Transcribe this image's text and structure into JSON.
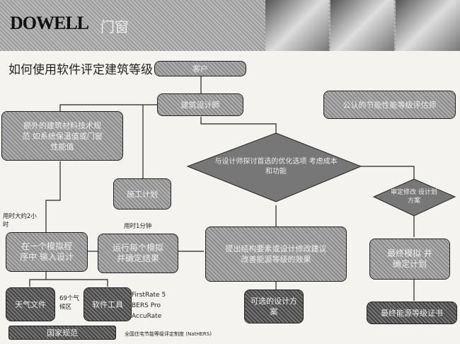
{
  "header": {
    "brand": "DOWELL",
    "brand_suffix": "门窗"
  },
  "title": "如何使用软件评定建筑等级",
  "nodes": {
    "client": "客户",
    "architect": "建筑设计師",
    "extra_specs": "额外的建筑材料技术规范 如系统保温值或门窗性能值",
    "construction_plan": "施工计划",
    "discuss": "与设计师探讨首选的优化选项 考虑成本和功能",
    "assessor": "公认的节能性能等级评估师",
    "review": "审定修改 设计划方案",
    "input_design": "在一个模拟程序中 输入设计",
    "run_sim": "运行每个模拟 并确定结果",
    "propose": "提出结构要素或设计修改建议 改善能源等级的效果",
    "final_sim": "最终模拟 并确定计划",
    "weather": "天气文件",
    "software": "软件工具",
    "national": "国家规范",
    "options": "可选的设计方案",
    "certificate": "最终能源等级证书"
  },
  "labels": {
    "time_2h": "用时大约2小时",
    "time_1m": "用时1分钟",
    "climate": "69个气候区",
    "tools": [
      "FirstRate 5",
      "BERS Pro",
      "AccuRate"
    ],
    "nathers": "全国住宅节能等级评定制度 (NatHERS)"
  }
}
